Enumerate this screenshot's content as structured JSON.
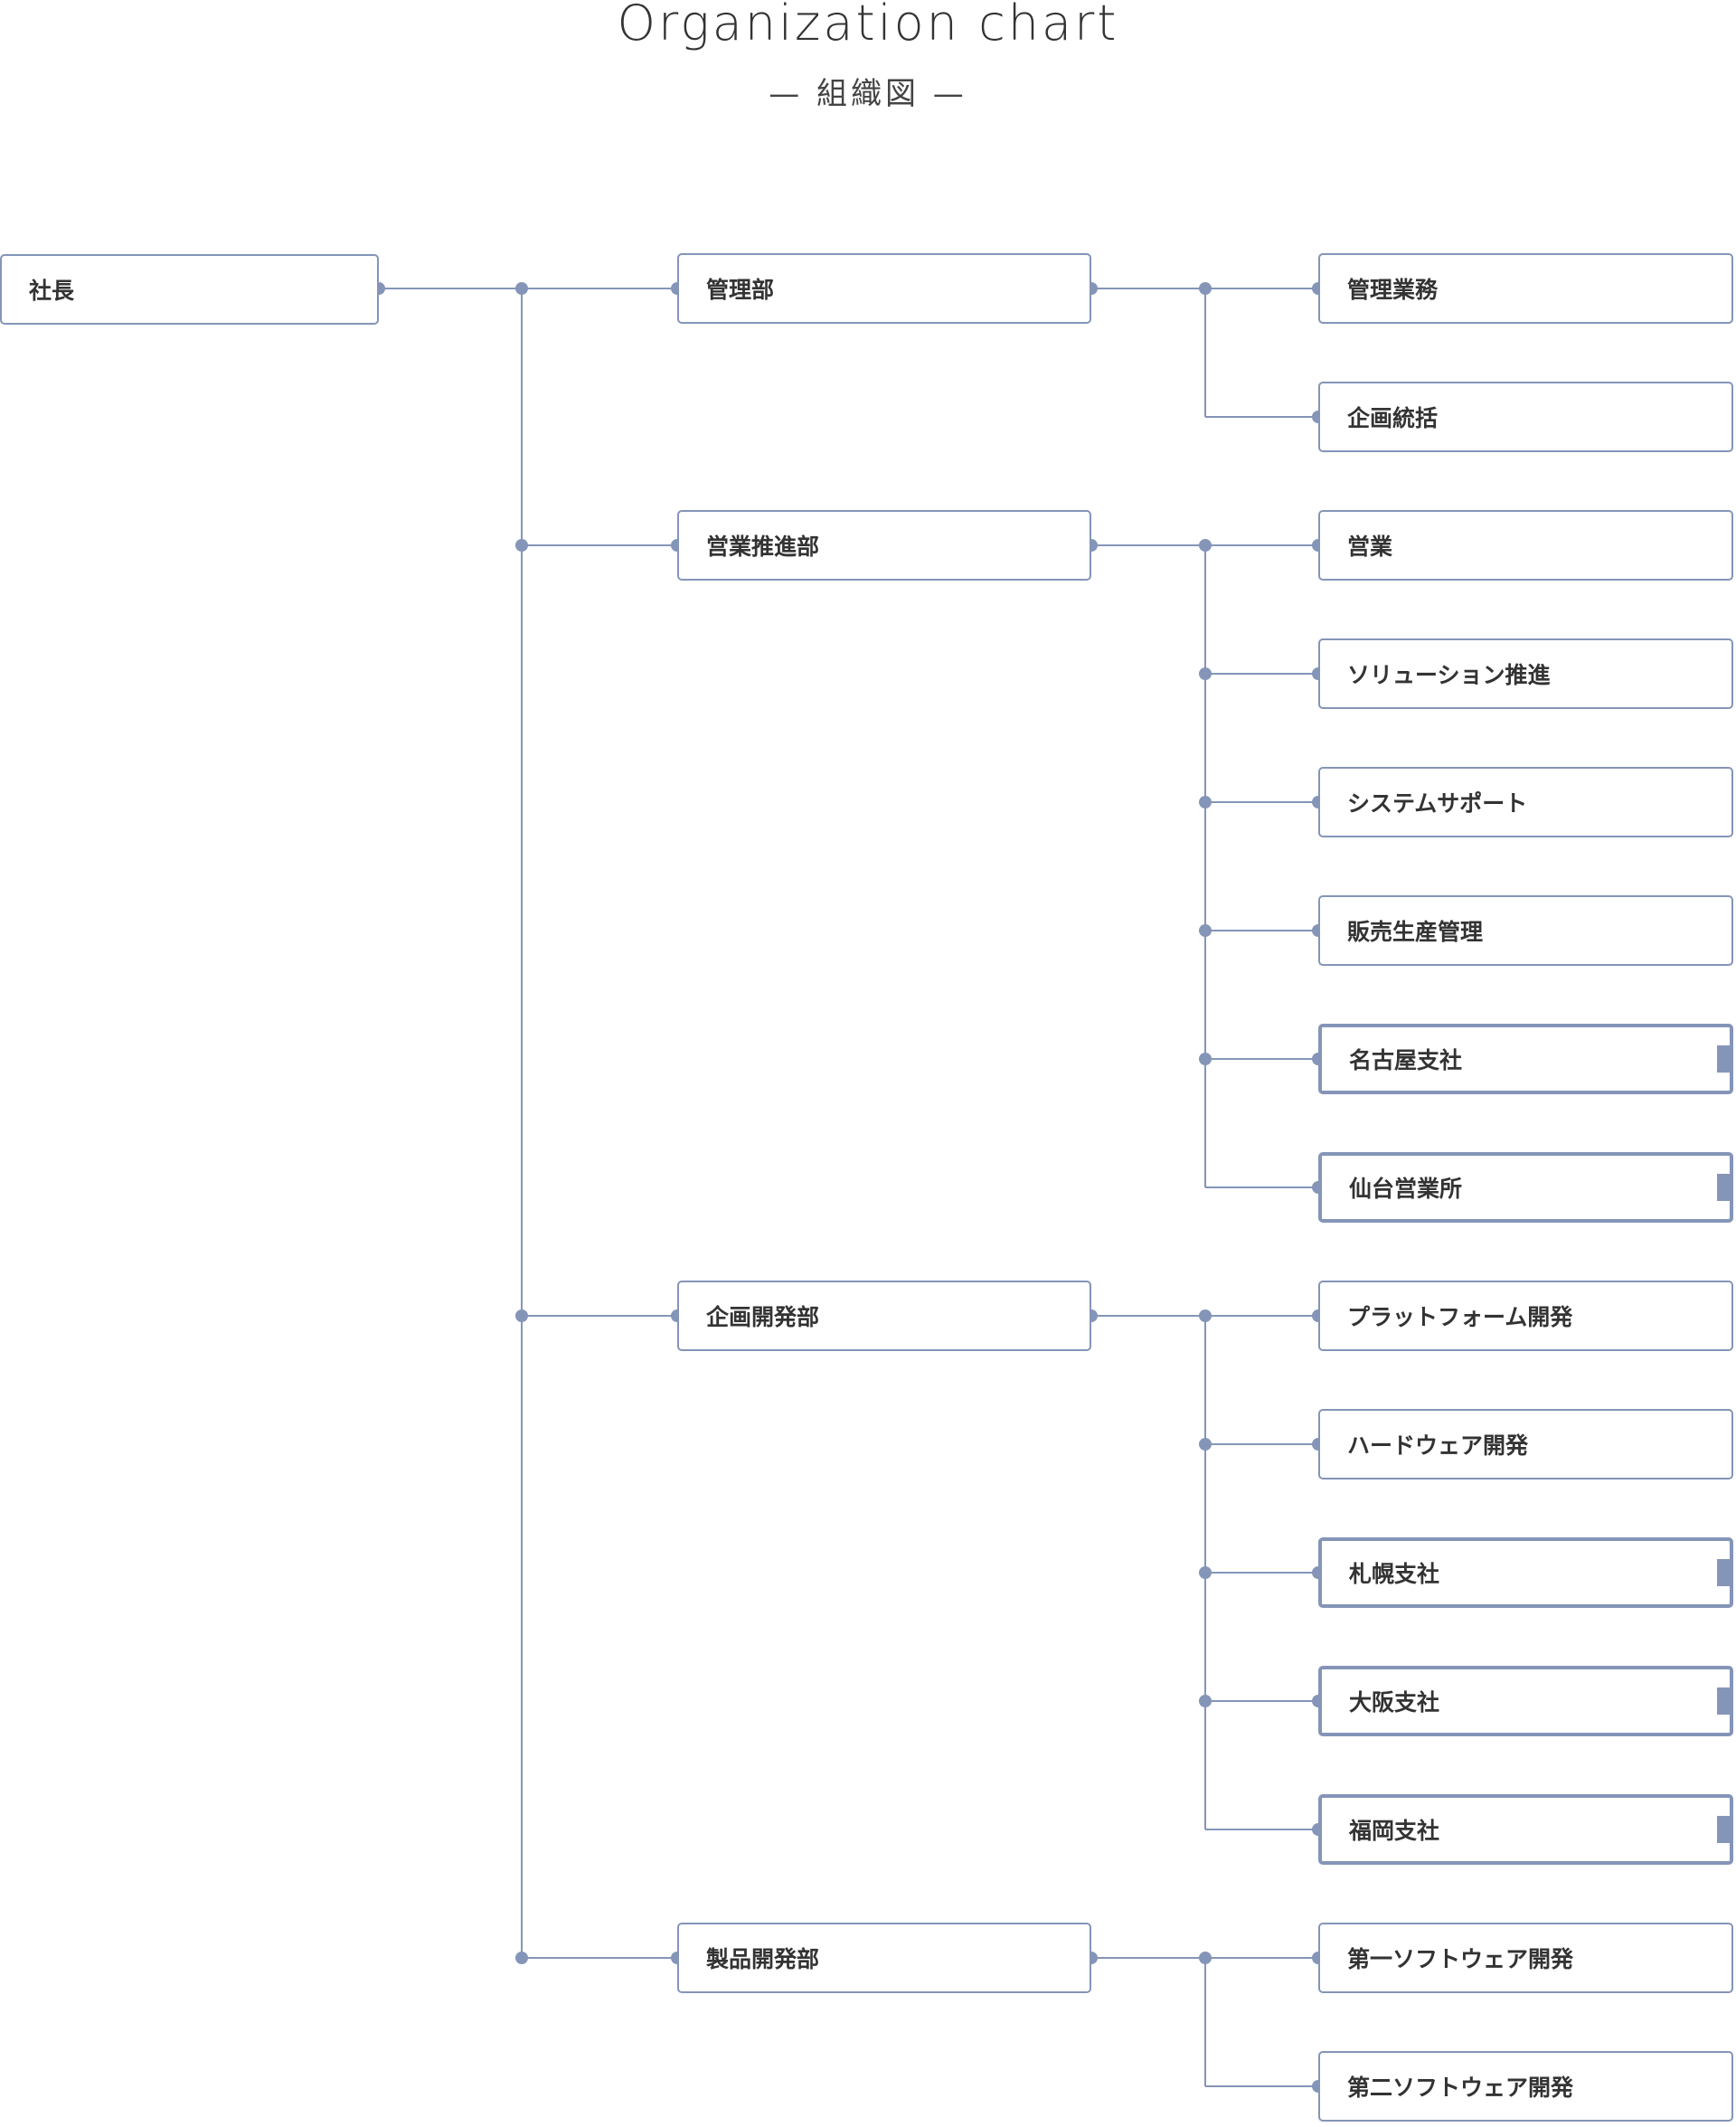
{
  "header": {
    "title": "Organization chart",
    "subtitle": "— 組織図 —"
  },
  "colors": {
    "line": "#8495b8",
    "box_border": "#8495b8",
    "text": "#333333"
  },
  "org": {
    "root": "社長",
    "departments": [
      {
        "label": "管理部",
        "units": [
          {
            "label": "管理業務"
          },
          {
            "label": "企画統括"
          }
        ]
      },
      {
        "label": "営業推進部",
        "units": [
          {
            "label": "営業"
          },
          {
            "label": "ソリューション推進"
          },
          {
            "label": "システムサポート"
          },
          {
            "label": "販売生産管理"
          },
          {
            "label": "名古屋支社",
            "branch": true
          },
          {
            "label": "仙台営業所",
            "branch": true
          }
        ]
      },
      {
        "label": "企画開発部",
        "units": [
          {
            "label": "プラットフォーム開発"
          },
          {
            "label": "ハードウェア開発"
          },
          {
            "label": "札幌支社",
            "branch": true
          },
          {
            "label": "大阪支社",
            "branch": true
          },
          {
            "label": "福岡支社",
            "branch": true
          }
        ]
      },
      {
        "label": "製品開発部",
        "units": [
          {
            "label": "第一ソフトウェア開発"
          },
          {
            "label": "第二ソフトウェア開発"
          }
        ]
      }
    ]
  }
}
